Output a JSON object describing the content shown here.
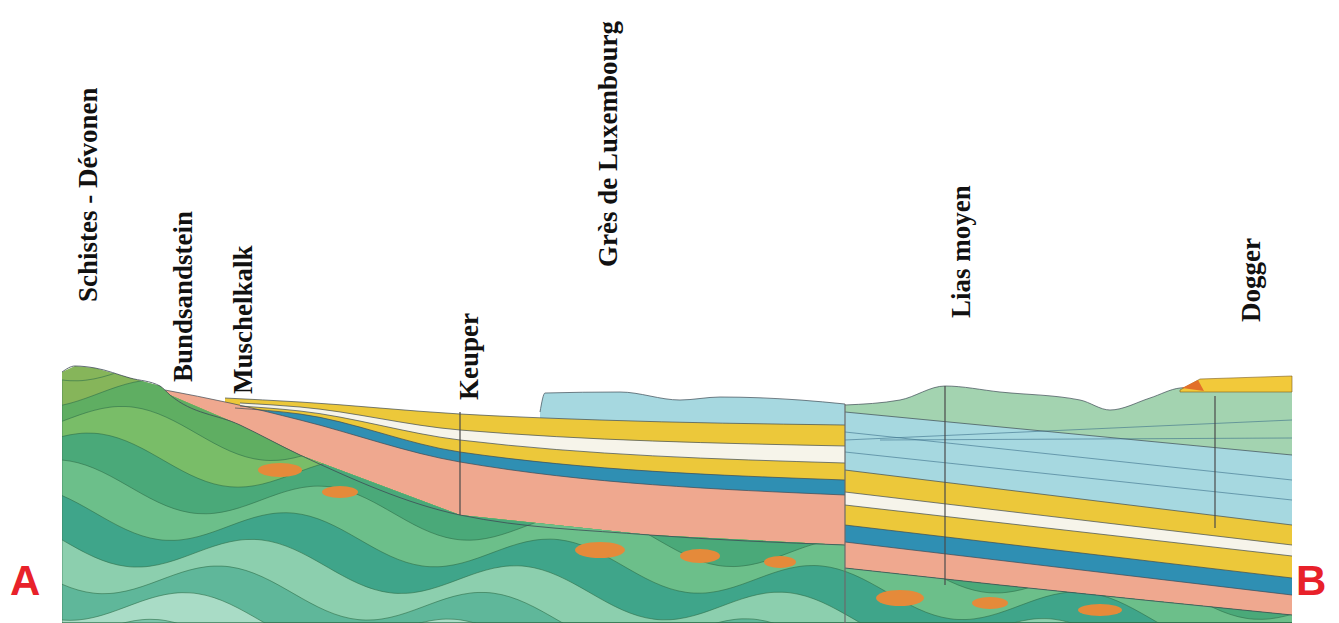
{
  "diagram": {
    "labels": [
      "Schistes - Dévonen",
      "Bundsandstein",
      "Muschelkalk",
      "Keuper",
      "Grès de Luxembourg",
      "Lias moyen",
      "Dogger",
      "A",
      "B"
    ]
  }
}
